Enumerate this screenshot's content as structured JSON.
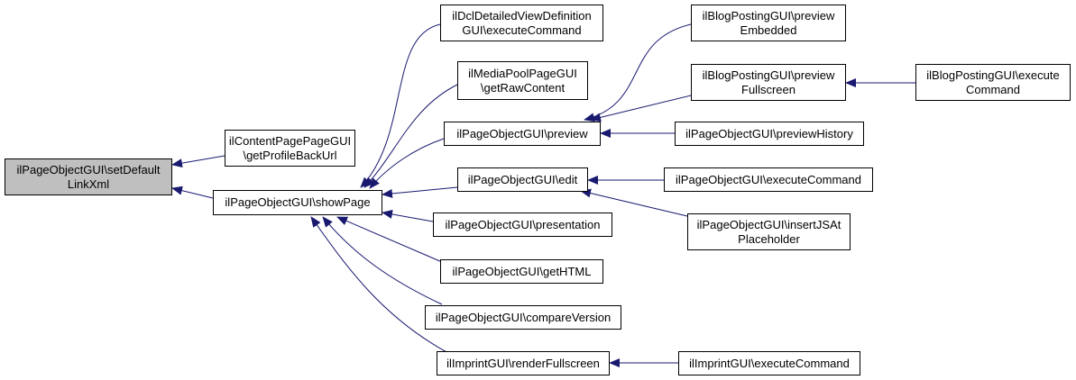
{
  "colors": {
    "edge": "#191970",
    "focus_fill": "#bfbfbf",
    "node_fill": "#ffffff",
    "node_border": "#000000"
  },
  "nodes": {
    "setDefaultLinkXml": [
      "ilPageObjectGUI\\setDefault",
      "LinkXml"
    ],
    "getProfileBackUrl": [
      "ilContentPagePageGUI",
      "\\getProfileBackUrl"
    ],
    "showPage": [
      "ilPageObjectGUI\\showPage"
    ],
    "dclExecuteCommand": [
      "ilDclDetailedViewDefinition",
      "GUI\\executeCommand"
    ],
    "getRawContent": [
      "ilMediaPoolPageGUI",
      "\\getRawContent"
    ],
    "preview": [
      "ilPageObjectGUI\\preview"
    ],
    "edit": [
      "ilPageObjectGUI\\edit"
    ],
    "presentation": [
      "ilPageObjectGUI\\presentation"
    ],
    "getHTML": [
      "ilPageObjectGUI\\getHTML"
    ],
    "compareVersion": [
      "ilPageObjectGUI\\compareVersion"
    ],
    "renderFullscreen": [
      "ilImprintGUI\\renderFullscreen"
    ],
    "previewEmbedded": [
      "ilBlogPostingGUI\\preview",
      "Embedded"
    ],
    "previewFullscreen": [
      "ilBlogPostingGUI\\preview",
      "Fullscreen"
    ],
    "previewHistory": [
      "ilPageObjectGUI\\previewHistory"
    ],
    "pogExecuteCommand": [
      "ilPageObjectGUI\\executeCommand"
    ],
    "insertJSAtPlaceholder": [
      "ilPageObjectGUI\\insertJSAt",
      "Placeholder"
    ],
    "imprintExecuteCommand": [
      "ilImprintGUI\\executeCommand"
    ],
    "blogExecuteCommand": [
      "ilBlogPostingGUI\\execute",
      "Command"
    ]
  }
}
